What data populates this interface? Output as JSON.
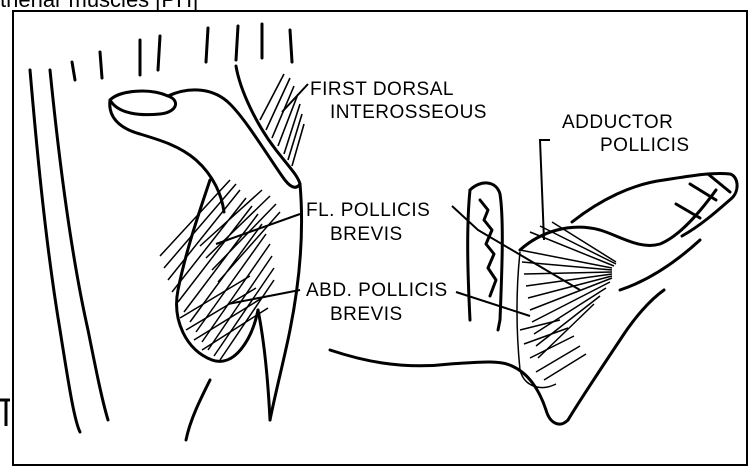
{
  "caption_fragment": "thenar muscles [PH]",
  "labels": {
    "first_dorsal_line1": "FIRST DORSAL",
    "first_dorsal_line2": "INTEROSSEOUS",
    "adductor_line1": "ADDUCTOR",
    "adductor_line2": "POLLICIS",
    "flexor_line1": "FL. POLLICIS",
    "flexor_line2": "BREVIS",
    "abductor_line1": "ABD. POLLICIS",
    "abductor_line2": "BREVIS"
  },
  "colors": {
    "ink": "#000000",
    "paper": "#ffffff"
  }
}
